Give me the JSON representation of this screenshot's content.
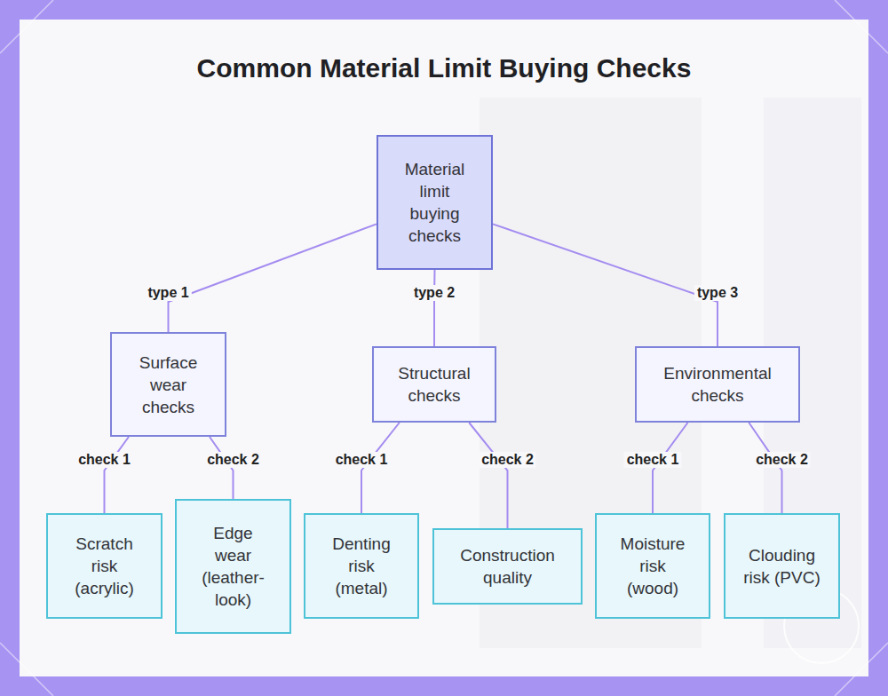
{
  "diagram": {
    "title": "Common Material Limit Buying Checks",
    "nodes": [
      {
        "text": [
          "Material limit buying checks"
        ]
      },
      {
        "text": [
          "Surface wear checks"
        ]
      },
      {
        "text": [
          "Structural checks"
        ]
      },
      {
        "text": [
          "Environmental checks"
        ]
      },
      {
        "text": [
          "Scratch risk (acrylic)"
        ]
      },
      {
        "text": [
          "Edge wear (leather-look)"
        ]
      },
      {
        "text": [
          "Denting risk (metal)"
        ]
      },
      {
        "text": [
          "Construction quality"
        ]
      },
      {
        "text": [
          "Moisture risk (wood)"
        ]
      },
      {
        "text": [
          "Clouding risk (PVC)"
        ]
      }
    ],
    "edges": [
      {
        "from": 0,
        "to": 1,
        "label": "type 1",
        "arrow": "none"
      },
      {
        "from": 0,
        "to": 2,
        "label": "type 2",
        "arrow": "none"
      },
      {
        "from": 0,
        "to": 3,
        "label": "type 3",
        "arrow": "none"
      },
      {
        "from": 1,
        "to": 4,
        "label": "check 1",
        "arrow": "none"
      },
      {
        "from": 1,
        "to": 5,
        "label": "check 2",
        "arrow": "none"
      },
      {
        "from": 2,
        "to": 6,
        "label": "check 1",
        "arrow": "none"
      },
      {
        "from": 2,
        "to": 7,
        "label": "check 2",
        "arrow": "none"
      },
      {
        "from": 3,
        "to": 8,
        "label": "check 1",
        "arrow": "none"
      },
      {
        "from": 3,
        "to": 9,
        "label": "check 2",
        "arrow": "none"
      }
    ]
  }
}
